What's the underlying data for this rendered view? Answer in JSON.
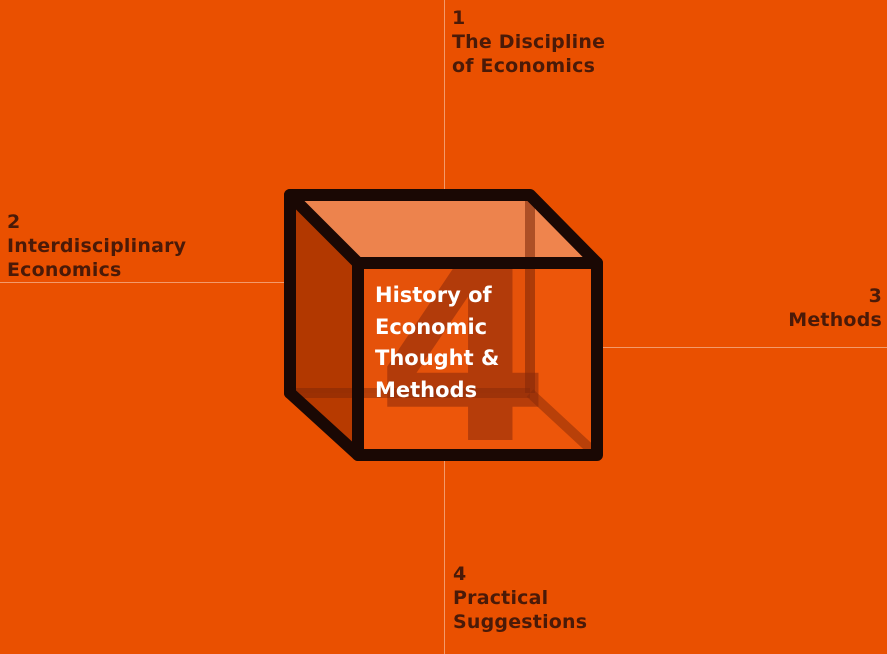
{
  "colors": {
    "background": "#EA5000",
    "frame": "#1A0804",
    "label_text": "#4A1A08",
    "title_text": "#FFFFFF",
    "numeral": "#8A2A0A",
    "axis_line": "#F39A6A"
  },
  "center": {
    "numeral": "4",
    "title_lines": [
      "History of",
      "Economic",
      "Thought &",
      "Methods"
    ]
  },
  "branches": {
    "top": {
      "number": "1",
      "lines": [
        "The Discipline",
        "of Economics"
      ]
    },
    "left": {
      "number": "2",
      "lines": [
        "Interdisciplinary",
        "Economics"
      ]
    },
    "right": {
      "number": "3",
      "lines": [
        "Methods"
      ]
    },
    "bottom": {
      "number": "4",
      "lines": [
        "Practical",
        "Suggestions"
      ]
    }
  }
}
